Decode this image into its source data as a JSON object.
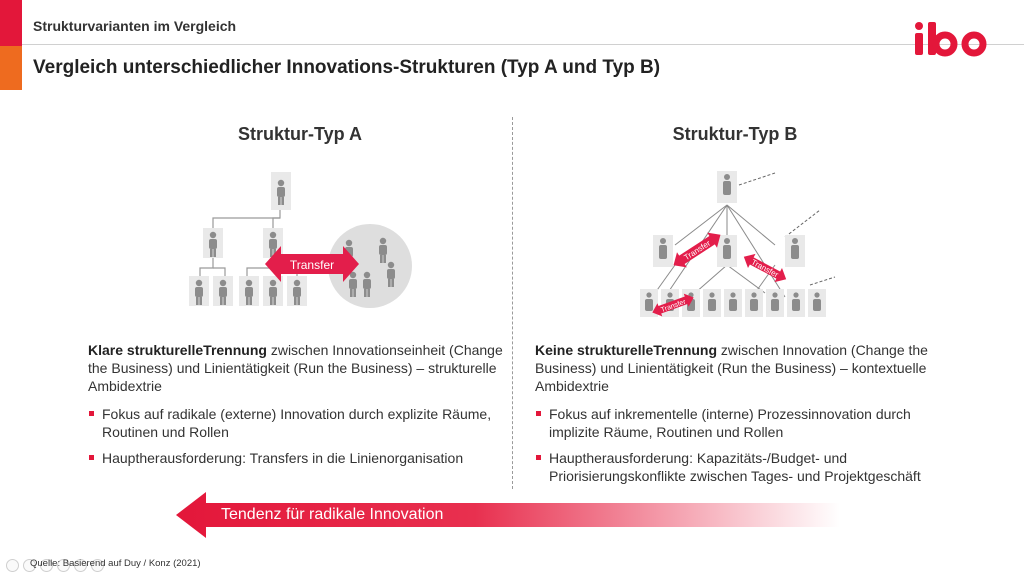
{
  "header": {
    "supertitle": "Strukturvarianten im Vergleich",
    "title": "Vergleich unterschiedlicher Innovations-Strukturen (Typ A und Typ B)",
    "logo_text": "ibo",
    "accent_colors": [
      "#e3173a",
      "#ee6b1f"
    ]
  },
  "type_a": {
    "title": "Struktur-Typ A",
    "diagram_label": "Transfer",
    "lead_bold": "Klare strukturelleTrennung",
    "lead_rest": " zwischen Innovationseinheit (Change the Business) und Linientätigkeit (Run the Business) – strukturelle Ambidextrie",
    "bullets": [
      "Fokus auf radikale (externe) Innovation durch explizite Räume, Routinen und Rollen",
      "Hauptherausforderung: Transfers in die Linienorganisation"
    ]
  },
  "type_b": {
    "title": "Struktur-Typ B",
    "diagram_labels": [
      "Transfer",
      "Transfer",
      "Transfer"
    ],
    "lead_bold": "Keine strukturelleTrennung",
    "lead_rest": " zwischen Innovation (Change the Business) und Linientätigkeit (Run the Business) – kontextuelle Ambidextrie",
    "bullets": [
      "Fokus auf inkrementelle (interne) Prozessinnovation durch implizite Räume, Routinen und Rollen",
      "Hauptherausforderung: Kapazitäts-/Budget- und Priorisierungskonflikte zwischen Tages- und Projektgeschäft"
    ]
  },
  "trend": {
    "label": "Tendenz für radikale Innovation",
    "color": "#e3173a"
  },
  "footer": {
    "source": "Quelle: Basierend auf Duy / Konz (2021)"
  },
  "icons": [
    "person-icon",
    "arrow-left-icon",
    "slide-control-icon"
  ]
}
